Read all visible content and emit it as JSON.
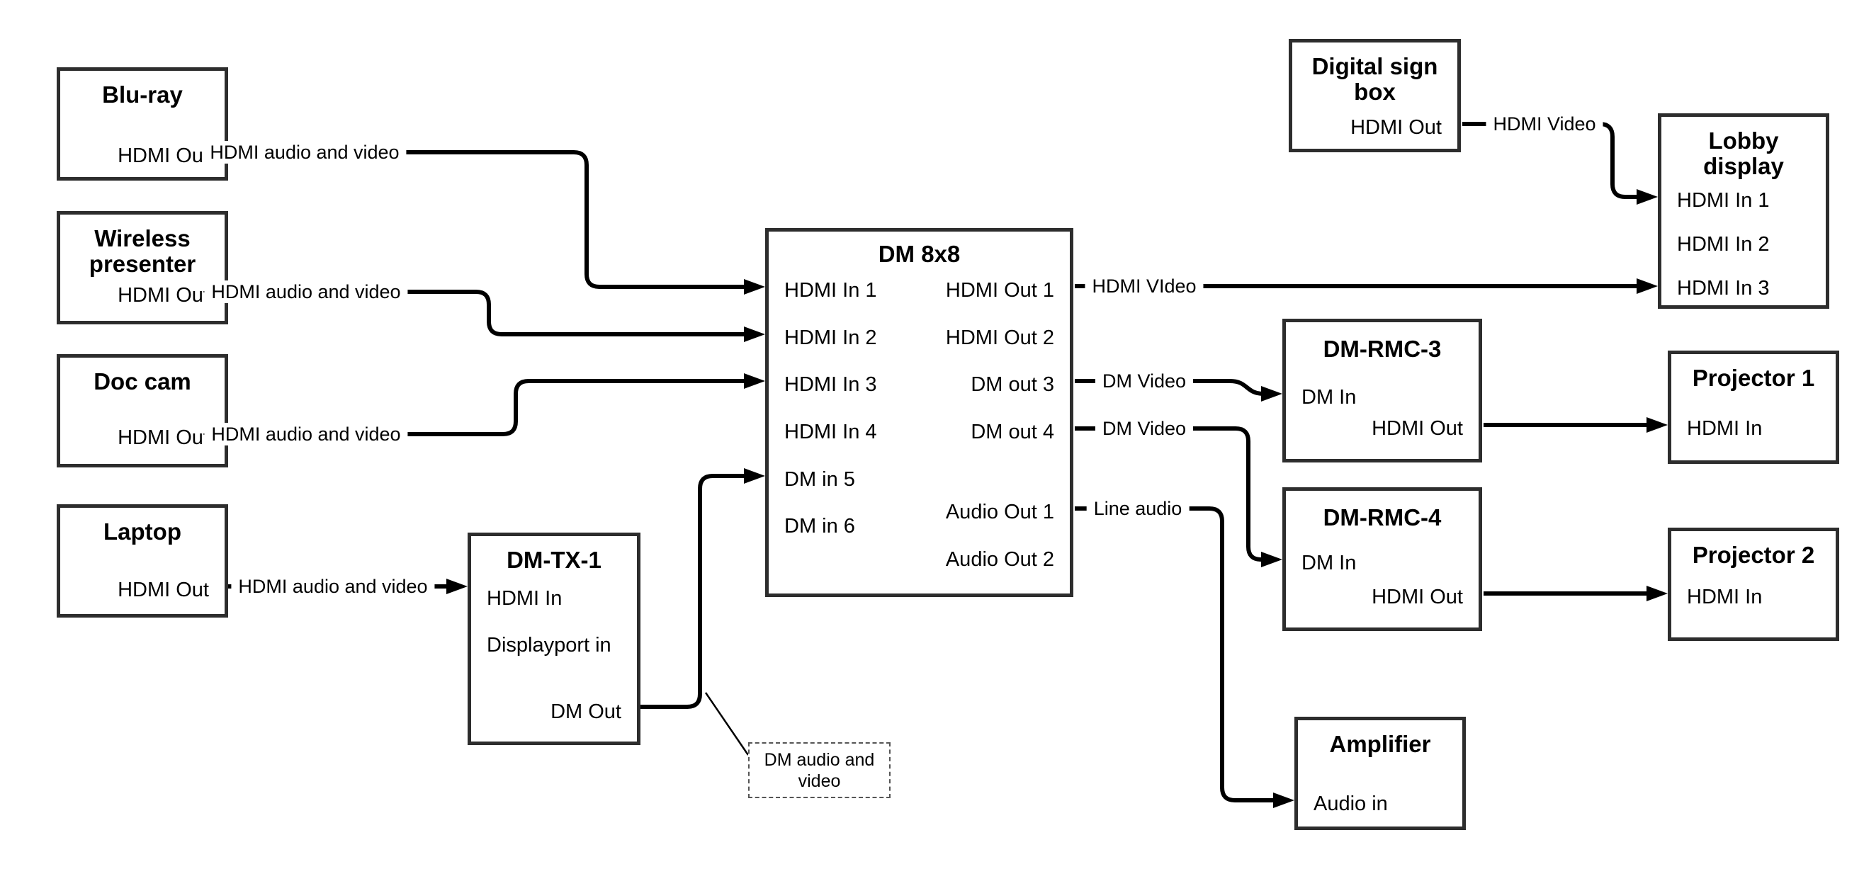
{
  "diagram": {
    "nodes": {
      "bluray": {
        "title": "Blu-ray",
        "port": "HDMI Out"
      },
      "wireless": {
        "title": "Wireless presenter",
        "port": "HDMI Out"
      },
      "doccam": {
        "title": "Doc cam",
        "port": "HDMI Out"
      },
      "laptop": {
        "title": "Laptop",
        "port": "HDMI Out"
      },
      "dmtx1": {
        "title": "DM-TX-1",
        "port_hdmi_in": "HDMI In",
        "port_dp_in": "Displayport in",
        "port_dm_out": "DM Out"
      },
      "dm8x8": {
        "title": "DM 8x8",
        "in1": "HDMI In 1",
        "in2": "HDMI In 2",
        "in3": "HDMI In 3",
        "in4": "HDMI In 4",
        "in5": "DM in 5",
        "in6": "DM in 6",
        "out1": "HDMI Out 1",
        "out2": "HDMI Out 2",
        "out3": "DM out 3",
        "out4": "DM out 4",
        "aout1": "Audio Out 1",
        "aout2": "Audio Out 2"
      },
      "digitalsign": {
        "title": "Digital sign box",
        "port": "HDMI Out"
      },
      "lobby": {
        "title": "Lobby display",
        "in1": "HDMI In 1",
        "in2": "HDMI In 2",
        "in3": "HDMI In 3"
      },
      "dmrmc3": {
        "title": "DM-RMC-3",
        "port_dm_in": "DM In",
        "port_hdmi_out": "HDMI Out"
      },
      "proj1": {
        "title": "Projector 1",
        "port": "HDMI In"
      },
      "dmrmc4": {
        "title": "DM-RMC-4",
        "port_dm_in": "DM In",
        "port_hdmi_out": "HDMI Out"
      },
      "proj2": {
        "title": "Projector 2",
        "port": "HDMI In"
      },
      "amplifier": {
        "title": "Amplifier",
        "port": "Audio in"
      }
    },
    "wire_labels": {
      "bluray_link": "HDMI audio and video",
      "wireless_link": "HDMI audio and video",
      "doccam_link": "HDMI audio and video",
      "laptop_link": "HDMI audio and video",
      "out1_link": "HDMI VIdeo",
      "digitalsign_link": "HDMI Video",
      "out3_link": "DM Video",
      "out4_link": "DM Video",
      "audio_link": "Line audio"
    },
    "annotation": {
      "text": "DM audio and video"
    },
    "colors": {
      "line": "#000000",
      "box_border": "#2d2d2d",
      "background": "#ffffff",
      "text": "#000000"
    }
  }
}
